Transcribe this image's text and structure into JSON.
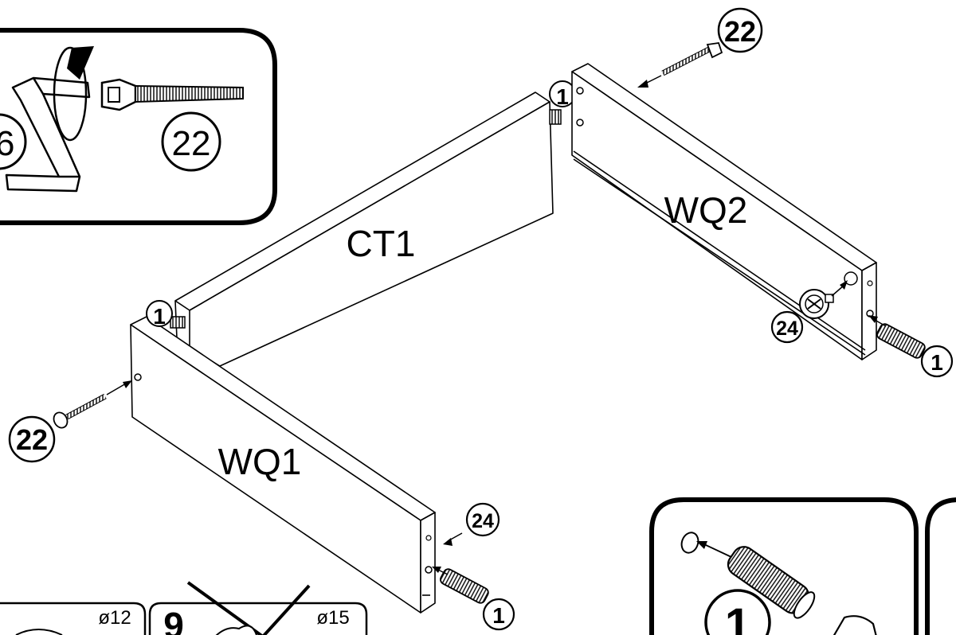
{
  "parts": {
    "ct1": "CT1",
    "wq1": "WQ1",
    "wq2": "WQ2"
  },
  "callouts": {
    "dowel": "1",
    "screw": "22",
    "cam": "24",
    "hex_key_partial": "6"
  },
  "drill_sizes": {
    "left": "ø12",
    "right": "ø15",
    "prohibited_digit": "9"
  },
  "detail_panels": {
    "dowel_detail_number": "1"
  }
}
